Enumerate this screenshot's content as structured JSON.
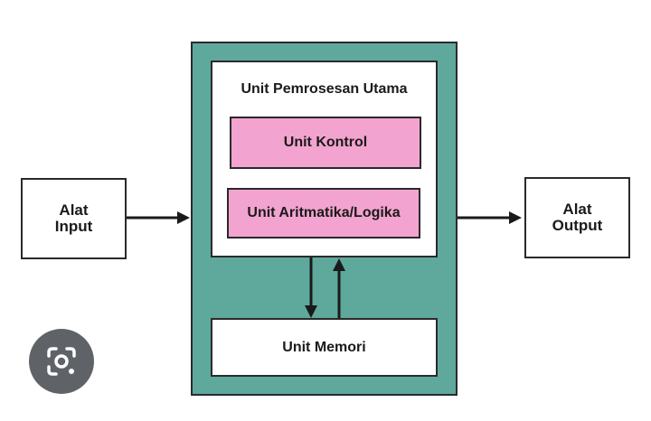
{
  "input_box": {
    "line1": "Alat",
    "line2": "Input"
  },
  "output_box": {
    "line1": "Alat",
    "line2": "Output"
  },
  "cpu": {
    "title": "Unit Pemrosesan Utama",
    "control_unit": "Unit Kontrol",
    "alu": "Unit Aritmatika/Logika"
  },
  "memory": {
    "label": "Unit Memori"
  },
  "overlay": {
    "icon": "lens-search-icon"
  },
  "colors": {
    "cpu_fill": "#5fa89c",
    "unit_fill": "#f3a3cf",
    "stroke": "#2a2a2a"
  }
}
